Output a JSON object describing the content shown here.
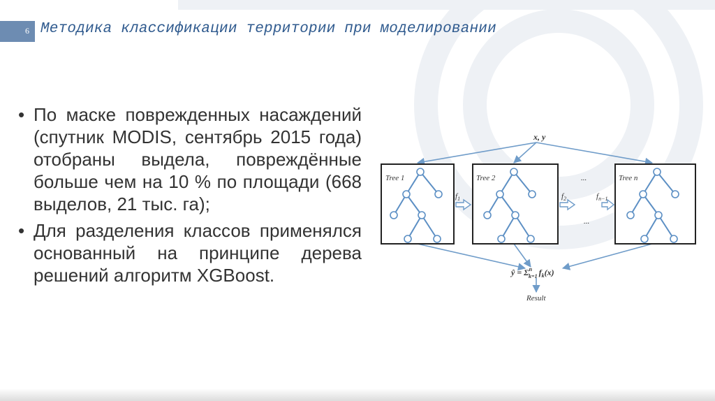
{
  "slide": {
    "number": "6",
    "title": "Методика классификации территории при моделировании"
  },
  "bullets": [
    "По маске поврежденных насаждений (спутник MODIS, сентябрь 2015 года) отобраны выдела, повреждённые больше чем на 10 % по площади (668 выделов, 21 тыс. га);",
    "Для разделения классов применялся основанный на принципе дерева решений алгоритм XGBoost."
  ],
  "diagram": {
    "input_label": "x, y",
    "trees": [
      "Tree 1",
      "Tree 2",
      "Tree n"
    ],
    "ellipsis_top": "...",
    "ellipsis_bottom": "...",
    "arrows": {
      "f1": "f",
      "f1_sub": "1",
      "f2": "f",
      "f2_sub": "2",
      "fn1": "f",
      "fn1_sub": "n−1"
    },
    "formula": "ŷ = Σ",
    "formula_upper": "n",
    "formula_lower": "k=1",
    "formula_tail": "f",
    "formula_tail_sub": "k",
    "formula_arg": "(x)",
    "result_label": "Result"
  },
  "colors": {
    "accent": "#6d8cb2",
    "title": "#2f5a8e",
    "arrow": "#6f9cc9",
    "tree_node": "#5c8fc4"
  }
}
